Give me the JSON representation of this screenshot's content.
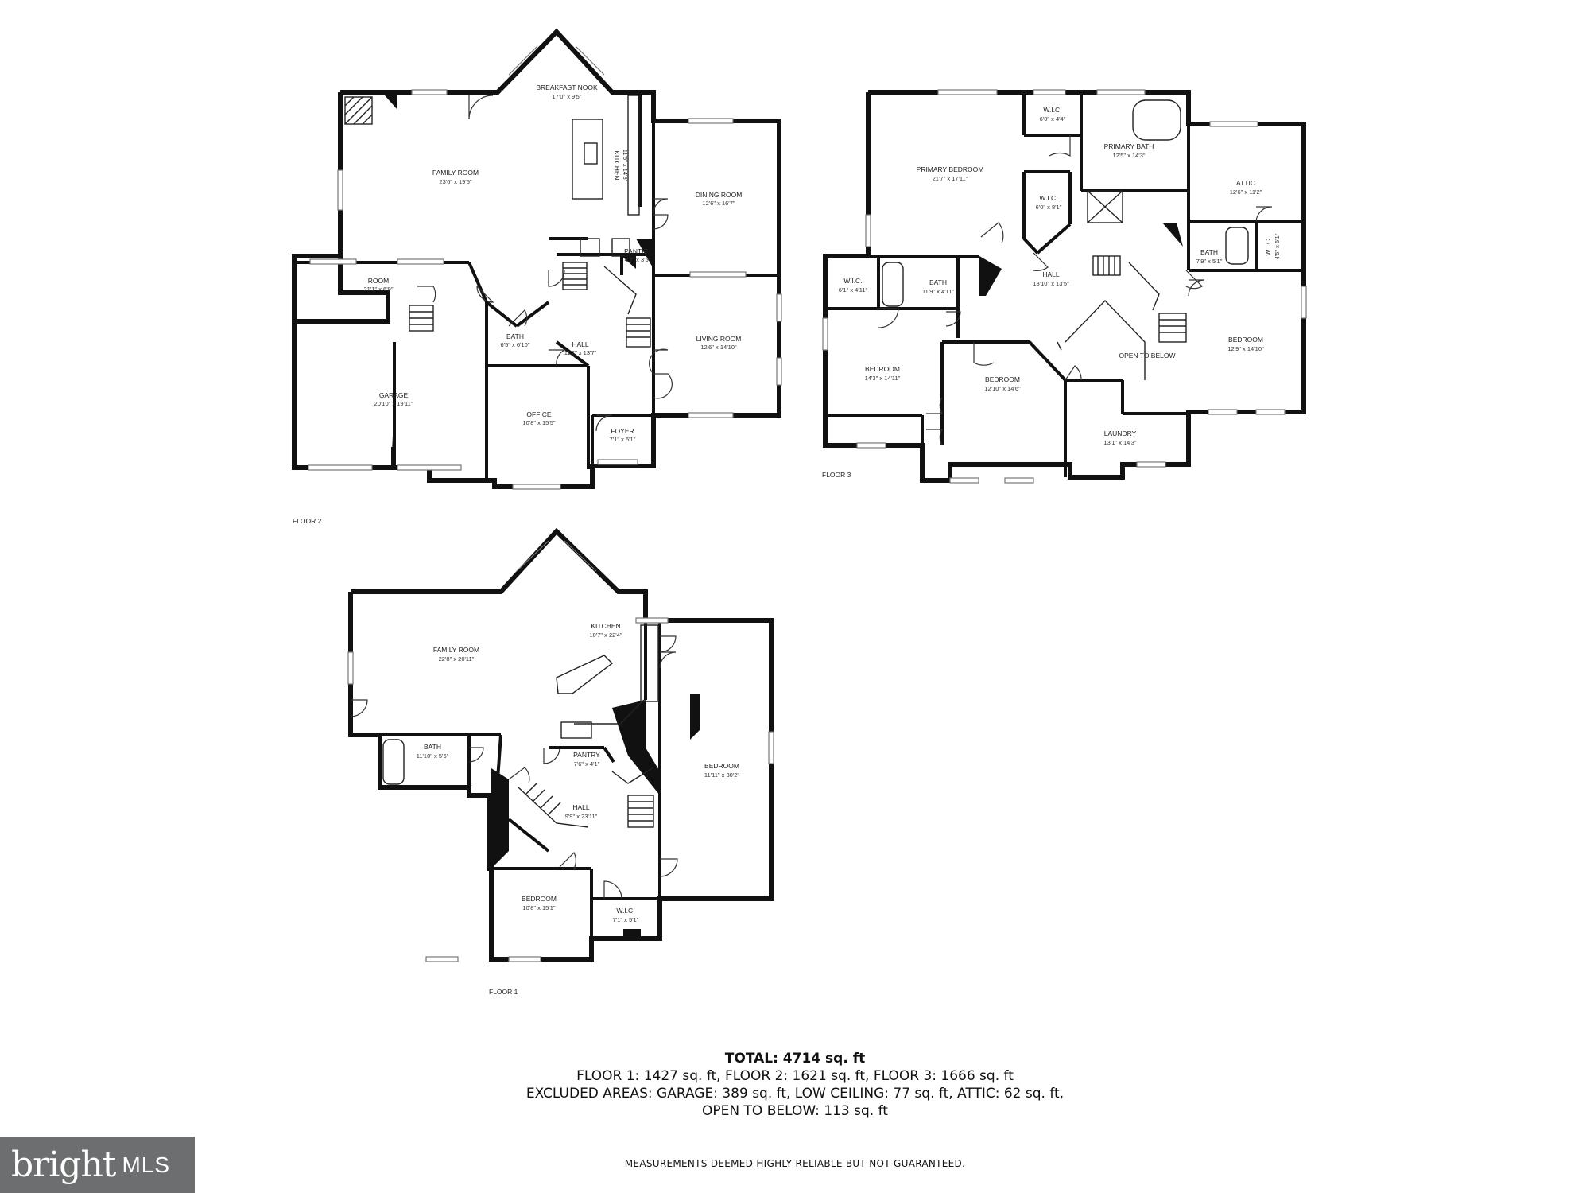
{
  "floors": [
    {
      "label": "FLOOR 2",
      "rooms": [
        {
          "name": "BREAKFAST NOOK",
          "dims": "17'0\" x 9'5\""
        },
        {
          "name": "FAMILY ROOM",
          "dims": "23'6\" x 19'5\""
        },
        {
          "name": "KITCHEN",
          "dims": "11'6\" x 14'8\""
        },
        {
          "name": "DINING ROOM",
          "dims": "12'6\" x 16'7\""
        },
        {
          "name": "PANTRY",
          "dims": "4'7\" x 3'5\""
        },
        {
          "name": "ROOM",
          "dims": "21'1\" x 6'9\""
        },
        {
          "name": "BATH",
          "dims": "6'5\" x 6'10\""
        },
        {
          "name": "HALL",
          "dims": "11'2\" x 13'7\""
        },
        {
          "name": "LIVING ROOM",
          "dims": "12'6\" x 14'10\""
        },
        {
          "name": "GARAGE",
          "dims": "20'10\" x 19'11\""
        },
        {
          "name": "OFFICE",
          "dims": "10'8\" x 15'5\""
        },
        {
          "name": "FOYER",
          "dims": "7'1\" x 5'1\""
        }
      ]
    },
    {
      "label": "FLOOR 3",
      "rooms": [
        {
          "name": "PRIMARY BEDROOM",
          "dims": "21'7\" x 17'11\""
        },
        {
          "name": "W.I.C.",
          "dims": "6'0\" x 4'4\""
        },
        {
          "name": "PRIMARY BATH",
          "dims": "12'5\" x 14'3\""
        },
        {
          "name": "W.I.C.",
          "dims": "6'0\" x 8'1\""
        },
        {
          "name": "ATTIC",
          "dims": "12'6\" x 11'2\""
        },
        {
          "name": "W.I.C.",
          "dims": "6'1\" x 4'11\""
        },
        {
          "name": "BATH",
          "dims": "11'9\" x 4'11\""
        },
        {
          "name": "HALL",
          "dims": "18'10\" x 13'5\""
        },
        {
          "name": "BATH",
          "dims": "7'9\" x 5'1\""
        },
        {
          "name": "W.I.C.",
          "dims": "4'5\" x 5'1\""
        },
        {
          "name": "BEDROOM",
          "dims": "14'3\" x 14'11\""
        },
        {
          "name": "BEDROOM",
          "dims": "12'10\" x 14'6\""
        },
        {
          "name": "OPEN TO BELOW",
          "dims": ""
        },
        {
          "name": "LAUNDRY",
          "dims": "13'1\" x 14'3\""
        },
        {
          "name": "BEDROOM",
          "dims": "12'9\" x 14'10\""
        }
      ]
    },
    {
      "label": "FLOOR 1",
      "rooms": [
        {
          "name": "FAMILY ROOM",
          "dims": "22'8\" x 20'11\""
        },
        {
          "name": "KITCHEN",
          "dims": "10'7\" x 22'4\""
        },
        {
          "name": "BATH",
          "dims": "11'10\" x 5'6\""
        },
        {
          "name": "PANTRY",
          "dims": "7'6\" x 4'1\""
        },
        {
          "name": "BEDROOM",
          "dims": "11'11\" x 30'2\""
        },
        {
          "name": "HALL",
          "dims": "9'9\" x 23'11\""
        },
        {
          "name": "BEDROOM",
          "dims": "10'8\" x 15'1\""
        },
        {
          "name": "W.I.C.",
          "dims": "7'1\" x 5'1\""
        }
      ]
    }
  ],
  "summary": {
    "total": "TOTAL: 4714 sq. ft",
    "floors_line": "FLOOR 1: 1427 sq. ft, FLOOR 2: 1621 sq. ft, FLOOR 3: 1666 sq. ft",
    "excluded_line": "EXCLUDED AREAS: GARAGE: 389 sq. ft, LOW CEILING: 77 sq. ft, ATTIC: 62 sq. ft,",
    "open_line": "OPEN TO BELOW: 113 sq. ft"
  },
  "disclaimer": "MEASUREMENTS DEEMED HIGHLY RELIABLE BUT NOT GUARANTEED.",
  "logo": {
    "brand": "bright",
    "suffix": "MLS",
    "color": "#6d6e70"
  }
}
